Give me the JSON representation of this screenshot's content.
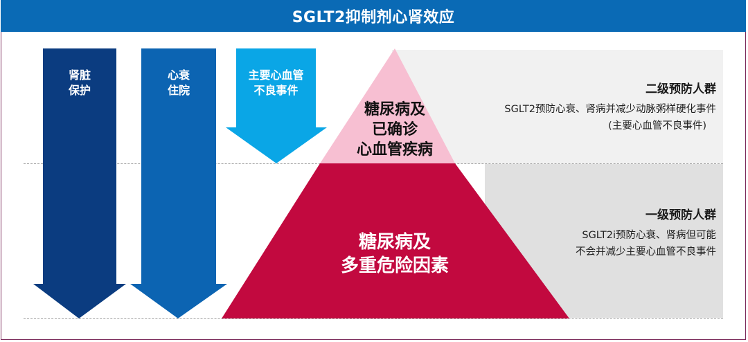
{
  "header": {
    "title": "SGLT2抑制剂心肾效应"
  },
  "arrows": [
    {
      "line1": "肾脏",
      "line2": "保护",
      "color": "#0b3c80"
    },
    {
      "line1": "心衰",
      "line2": "住院",
      "color": "#0c64b2"
    },
    {
      "line1": "主要心血管",
      "line2": "不良事件",
      "color": "#0aa6e6"
    }
  ],
  "pyramid": {
    "top": {
      "line1": "糖尿病及",
      "line2": "已确诊",
      "line3": "心血管疾病",
      "color": "#f7bfd2",
      "text_color": "#111111"
    },
    "bottom": {
      "line1": "糖尿病及",
      "line2": "多重危险因素",
      "color": "#c2093f",
      "text_color": "#ffffff"
    }
  },
  "secondary": {
    "title": "二级预防人群",
    "desc_line1": "SGLT2预防心衰、肾病并减少动脉粥样硬化事件",
    "desc_line2": "(主要心血管不良事件)",
    "bg": "#f1f1f1"
  },
  "primary": {
    "title": "一级预防人群",
    "desc_line1": "SGLT2i预防心衰、肾病但可能",
    "desc_line2": "不会并减少主要心血管不良事件",
    "bg": "#e0e0e0"
  },
  "colors": {
    "header": "#0a6ab5",
    "frame": "#7a2a5a"
  }
}
